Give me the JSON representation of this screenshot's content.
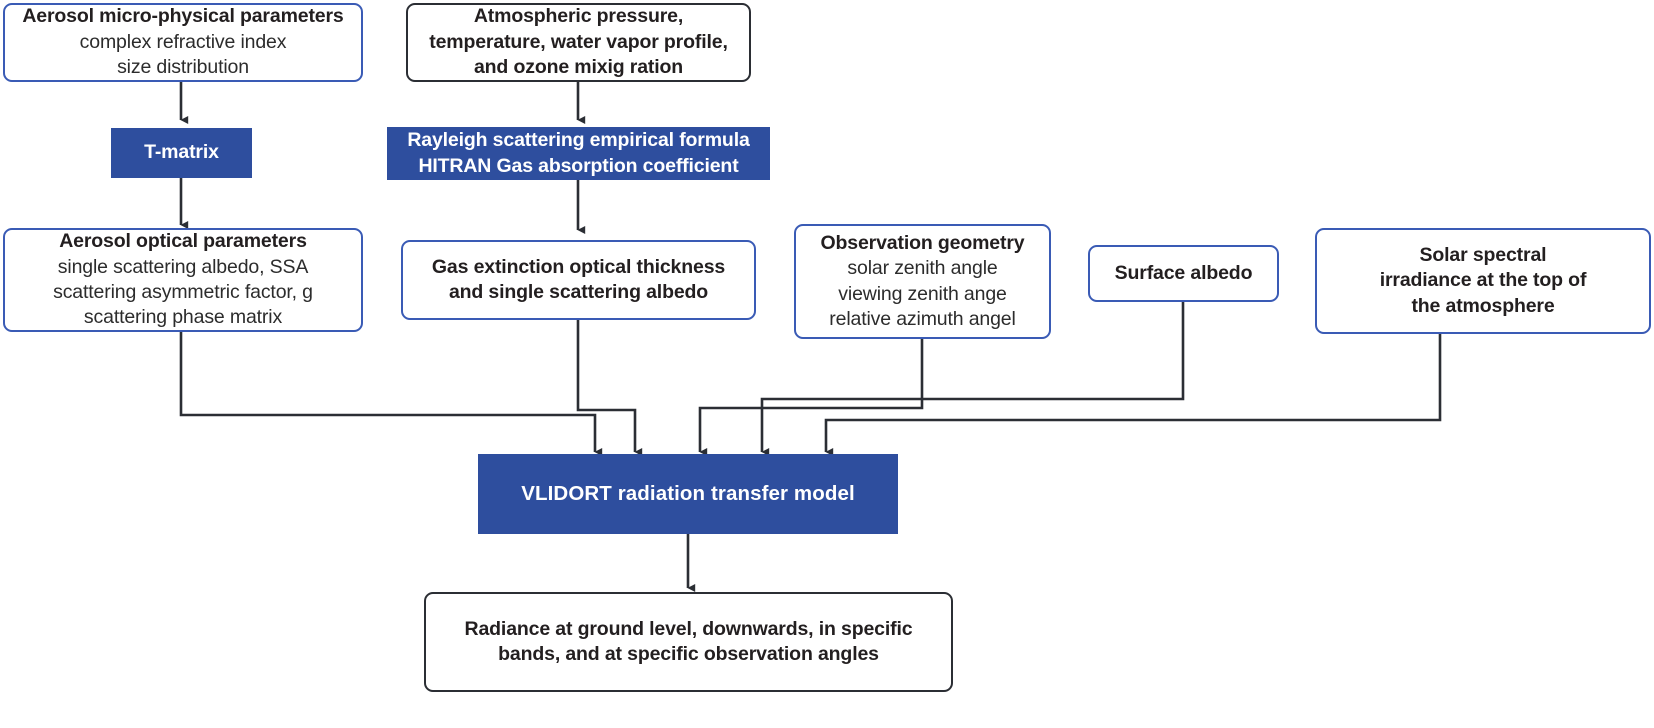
{
  "diagram": {
    "title": "VLIDORT radiative transfer model flowchart",
    "colors": {
      "fill_blue": "#2E4E9E",
      "outline_blue": "#3A5BB5",
      "outline_dark": "#2B2E34",
      "connector": "#2B2E34",
      "text_dark": "#231F20",
      "text_light": "#FFFFFF",
      "background": "#FFFFFF"
    }
  },
  "nodes": {
    "aerosol_micro": {
      "style": "blue-outline",
      "lines": [
        {
          "text": "Aerosol micro-physical parameters",
          "bold": true
        },
        {
          "text": "complex refractive index",
          "bold": false
        },
        {
          "text": "size distribution",
          "bold": false
        }
      ]
    },
    "atmospheric_profile": {
      "style": "dark-outline",
      "lines": [
        {
          "text": "Atmospheric pressure,",
          "bold": true
        },
        {
          "text": "temperature, water vapor profile,",
          "bold": true
        },
        {
          "text": "and ozone mixig ration",
          "bold": true
        }
      ]
    },
    "t_matrix": {
      "style": "filled",
      "lines": [
        {
          "text": "T-matrix",
          "bold": true
        }
      ]
    },
    "rayleigh_hitran": {
      "style": "filled",
      "lines": [
        {
          "text": "Rayleigh scattering empirical formula",
          "bold": true
        },
        {
          "text": "HITRAN Gas absorption coefficient",
          "bold": true
        }
      ]
    },
    "aerosol_optical": {
      "style": "blue-outline",
      "lines": [
        {
          "text": "Aerosol optical parameters",
          "bold": true
        },
        {
          "text": "single scattering albedo, SSA",
          "bold": false
        },
        {
          "text": "scattering asymmetric factor, g",
          "bold": false
        },
        {
          "text": "scattering phase matrix",
          "bold": false
        }
      ]
    },
    "gas_extinction": {
      "style": "blue-outline",
      "lines": [
        {
          "text": "Gas extinction optical thickness",
          "bold": true
        },
        {
          "text": "and single scattering albedo",
          "bold": true
        }
      ]
    },
    "observation_geometry": {
      "style": "blue-outline",
      "lines": [
        {
          "text": "Observation geometry",
          "bold": true
        },
        {
          "text": "solar zenith angle",
          "bold": false
        },
        {
          "text": "viewing zenith ange",
          "bold": false
        },
        {
          "text": "relative azimuth angel",
          "bold": false
        }
      ]
    },
    "surface_albedo": {
      "style": "blue-outline",
      "lines": [
        {
          "text": "Surface albedo",
          "bold": true
        }
      ]
    },
    "solar_irradiance": {
      "style": "blue-outline",
      "lines": [
        {
          "text": "Solar spectral",
          "bold": true
        },
        {
          "text": "irradiance at the top of",
          "bold": true
        },
        {
          "text": "the atmosphere",
          "bold": true
        }
      ]
    },
    "vlidort": {
      "style": "filled",
      "lines": [
        {
          "text": "VLIDORT  radiation transfer model",
          "bold": true
        }
      ]
    },
    "radiance_output": {
      "style": "dark-outline",
      "lines": [
        {
          "text": "Radiance at ground level, downwards, in specific",
          "bold": true
        },
        {
          "text": "bands, and at specific observation angles",
          "bold": true
        }
      ]
    }
  },
  "edges": [
    {
      "from": "aerosol_micro",
      "to": "t_matrix",
      "kind": "straight-down"
    },
    {
      "from": "t_matrix",
      "to": "aerosol_optical",
      "kind": "straight-down"
    },
    {
      "from": "atmospheric_profile",
      "to": "rayleigh_hitran",
      "kind": "straight-down"
    },
    {
      "from": "rayleigh_hitran",
      "to": "gas_extinction",
      "kind": "straight-down"
    },
    {
      "from": "aerosol_optical",
      "to": "vlidort",
      "kind": "elbow"
    },
    {
      "from": "gas_extinction",
      "to": "vlidort",
      "kind": "elbow"
    },
    {
      "from": "observation_geometry",
      "to": "vlidort",
      "kind": "elbow"
    },
    {
      "from": "surface_albedo",
      "to": "vlidort",
      "kind": "elbow"
    },
    {
      "from": "solar_irradiance",
      "to": "vlidort",
      "kind": "elbow"
    },
    {
      "from": "vlidort",
      "to": "radiance_output",
      "kind": "straight-down"
    }
  ]
}
